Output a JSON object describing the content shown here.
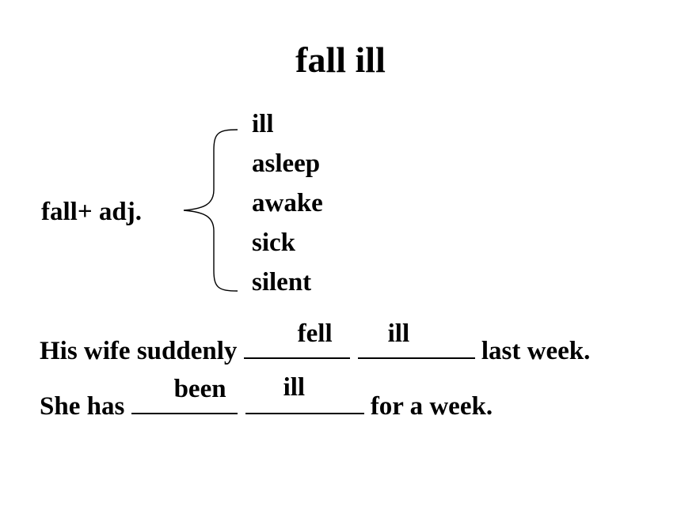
{
  "title": "fall ill",
  "rule": {
    "label": "fall+ adj.",
    "adjectives": [
      "ill",
      "asleep",
      "awake",
      "sick",
      "silent"
    ]
  },
  "sentences": [
    {
      "before": "His wife suddenly ",
      "answer1": "fell",
      "answer2": "ill",
      "after": " last week."
    },
    {
      "before": "She has ",
      "answer1": "been",
      "answer2": "ill",
      "after": " for a week."
    }
  ]
}
